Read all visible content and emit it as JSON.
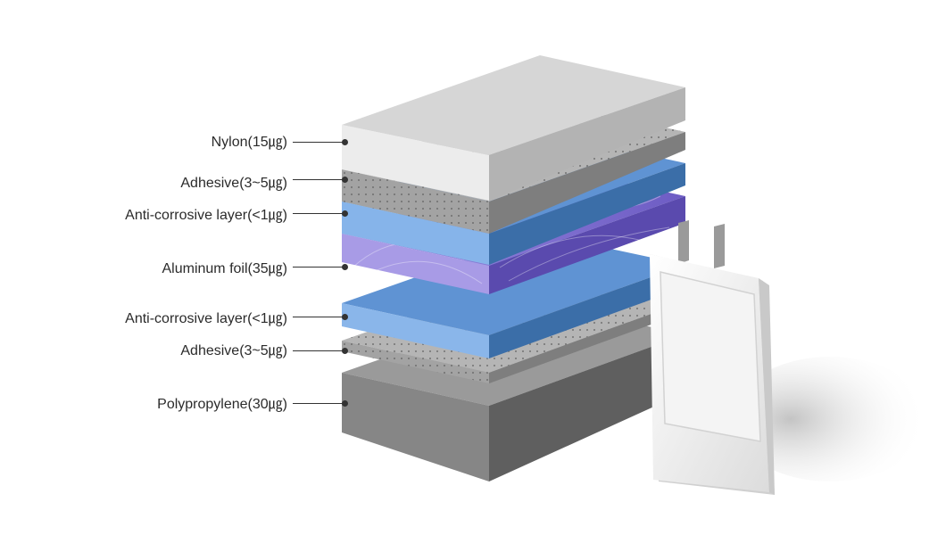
{
  "layers": [
    {
      "id": "nylon",
      "label": "Nylon(15㎍)"
    },
    {
      "id": "adhesive-top",
      "label": "Adhesive(3~5㎍)"
    },
    {
      "id": "anti-corrosive-top",
      "label": "Anti-corrosive layer(<1㎍)"
    },
    {
      "id": "aluminum",
      "label": "Aluminum foil(35㎍)"
    },
    {
      "id": "anti-corrosive-bottom",
      "label": "Anti-corrosive layer(<1㎍)"
    },
    {
      "id": "adhesive-bottom",
      "label": "Adhesive(3~5㎍)"
    },
    {
      "id": "polypropylene",
      "label": "Polypropylene(30㎍)"
    }
  ],
  "colors": {
    "nylon": "#d9d9d9",
    "adhesive": "#9a9a9a",
    "anti_corrosive": "#5b8fcf",
    "aluminum": "#7f6fcf",
    "polypropylene": "#7a7a7a",
    "pouch_cell": "#f2f2f2"
  }
}
